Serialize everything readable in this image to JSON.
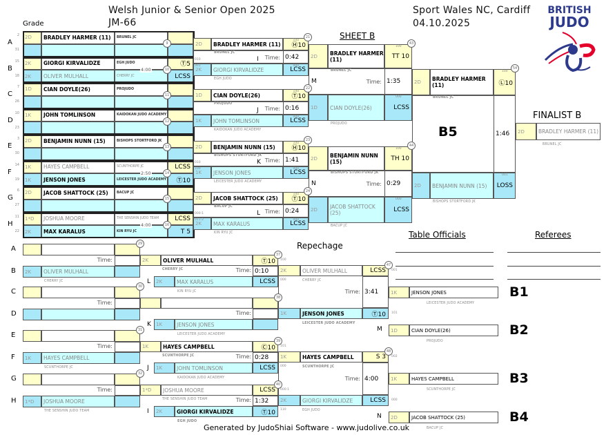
{
  "header": {
    "title": "Welsh Junior & Senior Open 2025",
    "category": "JM-66",
    "venue": "Sport Wales NC, Cardiff",
    "date": "04.10.2025",
    "grade_label": "Grade",
    "sheet": "SHEET B",
    "logo": "BRITISH JUDO",
    "logo_line1": "BRITISH",
    "logo_line2": "JUDO"
  },
  "labels": {
    "time": "Time:",
    "repechage": "Repechage",
    "table_officials": "Table Officials",
    "referees": "Referees",
    "finalist": "FINALIST B"
  },
  "colors": {
    "winner_cell": "#ffffcc",
    "loser_cell": "#a8e8f8",
    "loser_name_cell": "#ccffff",
    "brand_blue": "#2d3a8c",
    "brand_red": "#e4002b"
  },
  "round1": [
    {
      "letter": "A",
      "seeds": [
        "2",
        "31"
      ],
      "match": "9",
      "winner": "top",
      "top": {
        "grade": "2D",
        "name": "BRADLEY HARMER (11)",
        "club": "BRUNEL JC"
      },
      "bottom": {}
    },
    {
      "letter": "B",
      "seeds": [
        "15",
        "18"
      ],
      "match": "10",
      "time": "4:00",
      "winner": "top",
      "top": {
        "grade": "2K",
        "name": "GIORGI KIRVALIDZE",
        "club": "EGH JUDO",
        "score": "Ⓣ5"
      },
      "bottom": {
        "grade": "2K",
        "name": "OLIVER MULHALL",
        "club": "CHERRY JC",
        "score": "LCSS"
      }
    },
    {
      "letter": "C",
      "seeds": [
        "7",
        "26"
      ],
      "match": "11",
      "winner": "top",
      "top": {
        "grade": "1D",
        "name": "CIAN DOYLE(26)",
        "club": "PROJUDO"
      },
      "bottom": {}
    },
    {
      "letter": "D",
      "seeds": [
        "10",
        "23"
      ],
      "match": "12",
      "winner": "top",
      "top": {
        "grade": "1K",
        "name": "JOHN TOMLINSON",
        "club": "KAIDOKAN JUDO ACADEMY"
      },
      "bottom": {}
    },
    {
      "letter": "E",
      "seeds": [
        "3",
        "30"
      ],
      "match": "13",
      "winner": "top",
      "top": {
        "grade": "2D",
        "name": "BENJAMIN NUNN (15)",
        "club": "BISHOPS STORTFORD JK"
      },
      "bottom": {}
    },
    {
      "letter": "F",
      "seeds": [
        "14",
        "19"
      ],
      "match": "14",
      "time": "2:50",
      "winner": "bottom",
      "top": {
        "grade": "1K",
        "name": "HAYES CAMPBELL",
        "club": "SCUNTHORPE JC",
        "score": "LCSS"
      },
      "bottom": {
        "grade": "1K",
        "name": "JENSON JONES",
        "club": "LEICESTER JUDO ACADEMY",
        "score": "Ⓣ10"
      }
    },
    {
      "letter": "G",
      "seeds": [
        "6",
        "27"
      ],
      "match": "15",
      "winner": "top",
      "top": {
        "grade": "2D",
        "name": "JACOB SHATTOCK (25)",
        "club": "BACUP JC"
      },
      "bottom": {}
    },
    {
      "letter": "H",
      "seeds": [
        "11",
        "22"
      ],
      "match": "16",
      "time": "4:00",
      "winner": "bottom",
      "top": {
        "grade": "1*D",
        "name": "JOSHUA MOORE",
        "club": "THE SENSHIN JUDO TEAM",
        "score": "LCSS"
      },
      "bottom": {
        "grade": "2K",
        "name": "MAX KARALUS",
        "club": "KIN RYU JC",
        "score": "T 5"
      }
    }
  ],
  "round2": [
    {
      "match": "21",
      "letter": "I",
      "time": "0:42",
      "winner": "top",
      "side": [
        "010",
        "001"
      ],
      "top": {
        "grade": "2D",
        "name": "BRADLEY HARMER (11)",
        "club": "BRUNEL JC",
        "score": "Ⓗ10",
        "code": "100"
      },
      "bottom": {
        "grade": "2K",
        "name": "GIORGI KIRVALIDZE",
        "club": "EGH JUDO",
        "score": "LCSS",
        "code": "000"
      }
    },
    {
      "match": "22",
      "letter": "J",
      "time": "0:16",
      "winner": "top",
      "side": [],
      "top": {
        "grade": "1D",
        "name": "CIAN DOYLE(26)",
        "club": "PROJUDO",
        "score": "Ⓣ10",
        "code": "100"
      },
      "bottom": {
        "grade": "1K",
        "name": "JOHN TOMLINSON",
        "club": "KAIDOKAN JUDO ACADEMY",
        "score": "LCSS",
        "code": "000"
      }
    },
    {
      "match": "23",
      "letter": "K",
      "time": "1:41",
      "winner": "top",
      "side": [
        "010",
        "100"
      ],
      "top": {
        "grade": "2D",
        "name": "BENJAMIN NUNN (15)",
        "club": "BISHOPS STORTFORD JK",
        "score": "Ⓗ10",
        "code": "100"
      },
      "bottom": {
        "grade": "1K",
        "name": "JENSON JONES",
        "club": "LEICESTER JUDO ACADEMY",
        "score": "LCSS",
        "code": "000"
      }
    },
    {
      "match": "24",
      "letter": "L",
      "time": "0:24",
      "winner": "top",
      "side": [
        "000:1",
        "011:2"
      ],
      "top": {
        "grade": "2D",
        "name": "JACOB SHATTOCK (25)",
        "club": "BACUP JC",
        "score": "Ⓣ10",
        "code": "100"
      },
      "bottom": {
        "grade": "2K",
        "name": "MAX KARALUS",
        "club": "KIN RYU JC",
        "score": "LCSS",
        "code": "000"
      }
    }
  ],
  "round3": [
    {
      "match": "43",
      "letter": "M",
      "time": "1:35",
      "winner": "top",
      "top": {
        "grade": "2D",
        "name": "BRADLEY HARMER (11)",
        "club": "BRUNEL JC",
        "score": "TT 10",
        "code": "100"
      },
      "bottom": {
        "grade": "1D",
        "name": "CIAN DOYLE(26)",
        "club": "PROJUDO",
        "score": "LCSS",
        "code": "000"
      }
    },
    {
      "match": "44",
      "letter": "N",
      "time": "0:29",
      "winner": "top",
      "top": {
        "grade": "2D",
        "name": "BENJAMIN NUNN (15)",
        "club": "BISHOPS STORTFORD JK",
        "score": "TH 10",
        "code": "100"
      },
      "bottom": {
        "grade": "2D",
        "name": "JACOB SHATTOCK (25)",
        "club": "BACUP JC",
        "score": "LCSS",
        "code": "000"
      }
    }
  ],
  "semi": {
    "match": "54",
    "label": "B5",
    "time": "1:46",
    "winner": "top",
    "top": {
      "grade": "2D",
      "name": "BRADLEY HARMER (11)",
      "club": "BRUNEL JC",
      "score": "Ⓛ10",
      "code": "100"
    },
    "bottom": {
      "grade": "2D",
      "name": "BENJAMIN NUNN (15)",
      "club": "BISHOPS STORTFORD JK",
      "score": "LOSS",
      "code": "001"
    }
  },
  "finalist": {
    "grade": "2D",
    "name": "BRADLEY HARMER (11)",
    "club": "BRUNEL JC"
  },
  "rep1": [
    {
      "match": "29",
      "top": {
        "letter": "A"
      },
      "bottom": {
        "letter": "B",
        "grade": "2K",
        "name": "OLIVER MULHALL",
        "club": "CHERRY JC"
      }
    },
    {
      "match": "30",
      "top": {
        "letter": "C"
      },
      "bottom": {
        "letter": "D"
      }
    },
    {
      "match": "31",
      "top": {
        "letter": "E"
      },
      "bottom": {
        "letter": "F",
        "grade": "1K",
        "name": "HAYES CAMPBELL",
        "club": "SCUNTHORPE JC"
      }
    },
    {
      "match": "32",
      "top": {
        "letter": "G"
      },
      "bottom": {
        "letter": "H",
        "grade": "1*D",
        "name": "JOSHUA MOORE",
        "club": "THE SENSHIN JUDO TEAM"
      }
    }
  ],
  "rep2": [
    {
      "match": "37",
      "letter": "L",
      "time": "0:10",
      "winner": "top",
      "side": [
        "100",
        "000"
      ],
      "top": {
        "grade": "2K",
        "name": "OLIVER MULHALL",
        "club": "CHERRY JC",
        "score": "Ⓣ10"
      },
      "bottom": {
        "grade": "2K",
        "name": "MAX KARALUS",
        "club": "KIN RYU JC",
        "score": "LCSS"
      }
    },
    {
      "match": "38",
      "letter": "K",
      "winner": "none",
      "side": [],
      "top": {},
      "bottom": {
        "grade": "1K",
        "name": "JENSON JONES",
        "club": "LEICESTER JUDO ACADEMY"
      }
    },
    {
      "match": "39",
      "letter": "J",
      "time": "0:28",
      "winner": "top",
      "side": [
        "101",
        "000"
      ],
      "top": {
        "grade": "1K",
        "name": "HAYES CAMPBELL",
        "club": "SCUNTHORPE JC",
        "score": "Ⓒ10"
      },
      "bottom": {
        "grade": "1K",
        "name": "JOHN TOMLINSON",
        "club": "KAIDOKAN JUDO ACADEMY",
        "score": "LCSS"
      }
    },
    {
      "match": "40",
      "letter": "I",
      "time": "1:32",
      "winner": "bottom",
      "side": [
        "000:1",
        "110"
      ],
      "top": {
        "grade": "1*D",
        "name": "JOSHUA MOORE",
        "club": "THE SENSHIN JUDO TEAM",
        "score": "LCSS"
      },
      "bottom": {
        "grade": "2K",
        "name": "GIORGI KIRVALIDZE",
        "club": "EGH JUDO",
        "score": "Ⓣ10"
      }
    }
  ],
  "rep3": [
    {
      "match": "47",
      "time": "3:41",
      "winner": "bottom",
      "side": [
        "001",
        "101"
      ],
      "top": {
        "grade": "2K",
        "name": "OLIVER MULHALL",
        "club": "CHERRY JC",
        "score": "LCSS"
      },
      "bottom": {
        "grade": "1K",
        "name": "JENSON JONES",
        "club": "LEICESTER JUDO ACADEMY",
        "score": "Ⓣ10"
      }
    },
    {
      "match": "48",
      "time": "4:00",
      "winner": "top",
      "side": [
        "002",
        "000"
      ],
      "top": {
        "grade": "1K",
        "name": "HAYES CAMPBELL",
        "club": "SCUNTHORPE JC",
        "score": "S 3"
      },
      "bottom": {
        "grade": "2K",
        "name": "GIORGI KIRVALIDZE",
        "club": "EGH JUDO",
        "score": "LCSS"
      }
    }
  ],
  "bronze": [
    {
      "label": "B1",
      "grade": "1K",
      "name": "JENSON JONES",
      "club": "LEICESTER JUDO ACADEMY"
    },
    {
      "label": "B2",
      "letter": "M",
      "grade": "1D",
      "name": "CIAN DOYLE(26)",
      "club": "PROJUDO"
    },
    {
      "label": "B3",
      "grade": "1K",
      "name": "HAYES CAMPBELL",
      "club": "SCUNTHORPE JC"
    },
    {
      "label": "B4",
      "letter": "N",
      "grade": "2D",
      "name": "JACOB SHATTOCK (25)",
      "club": "BACUP JC"
    }
  ],
  "footer": "Generated by JudoShiai Software - www.judolive.co.uk"
}
